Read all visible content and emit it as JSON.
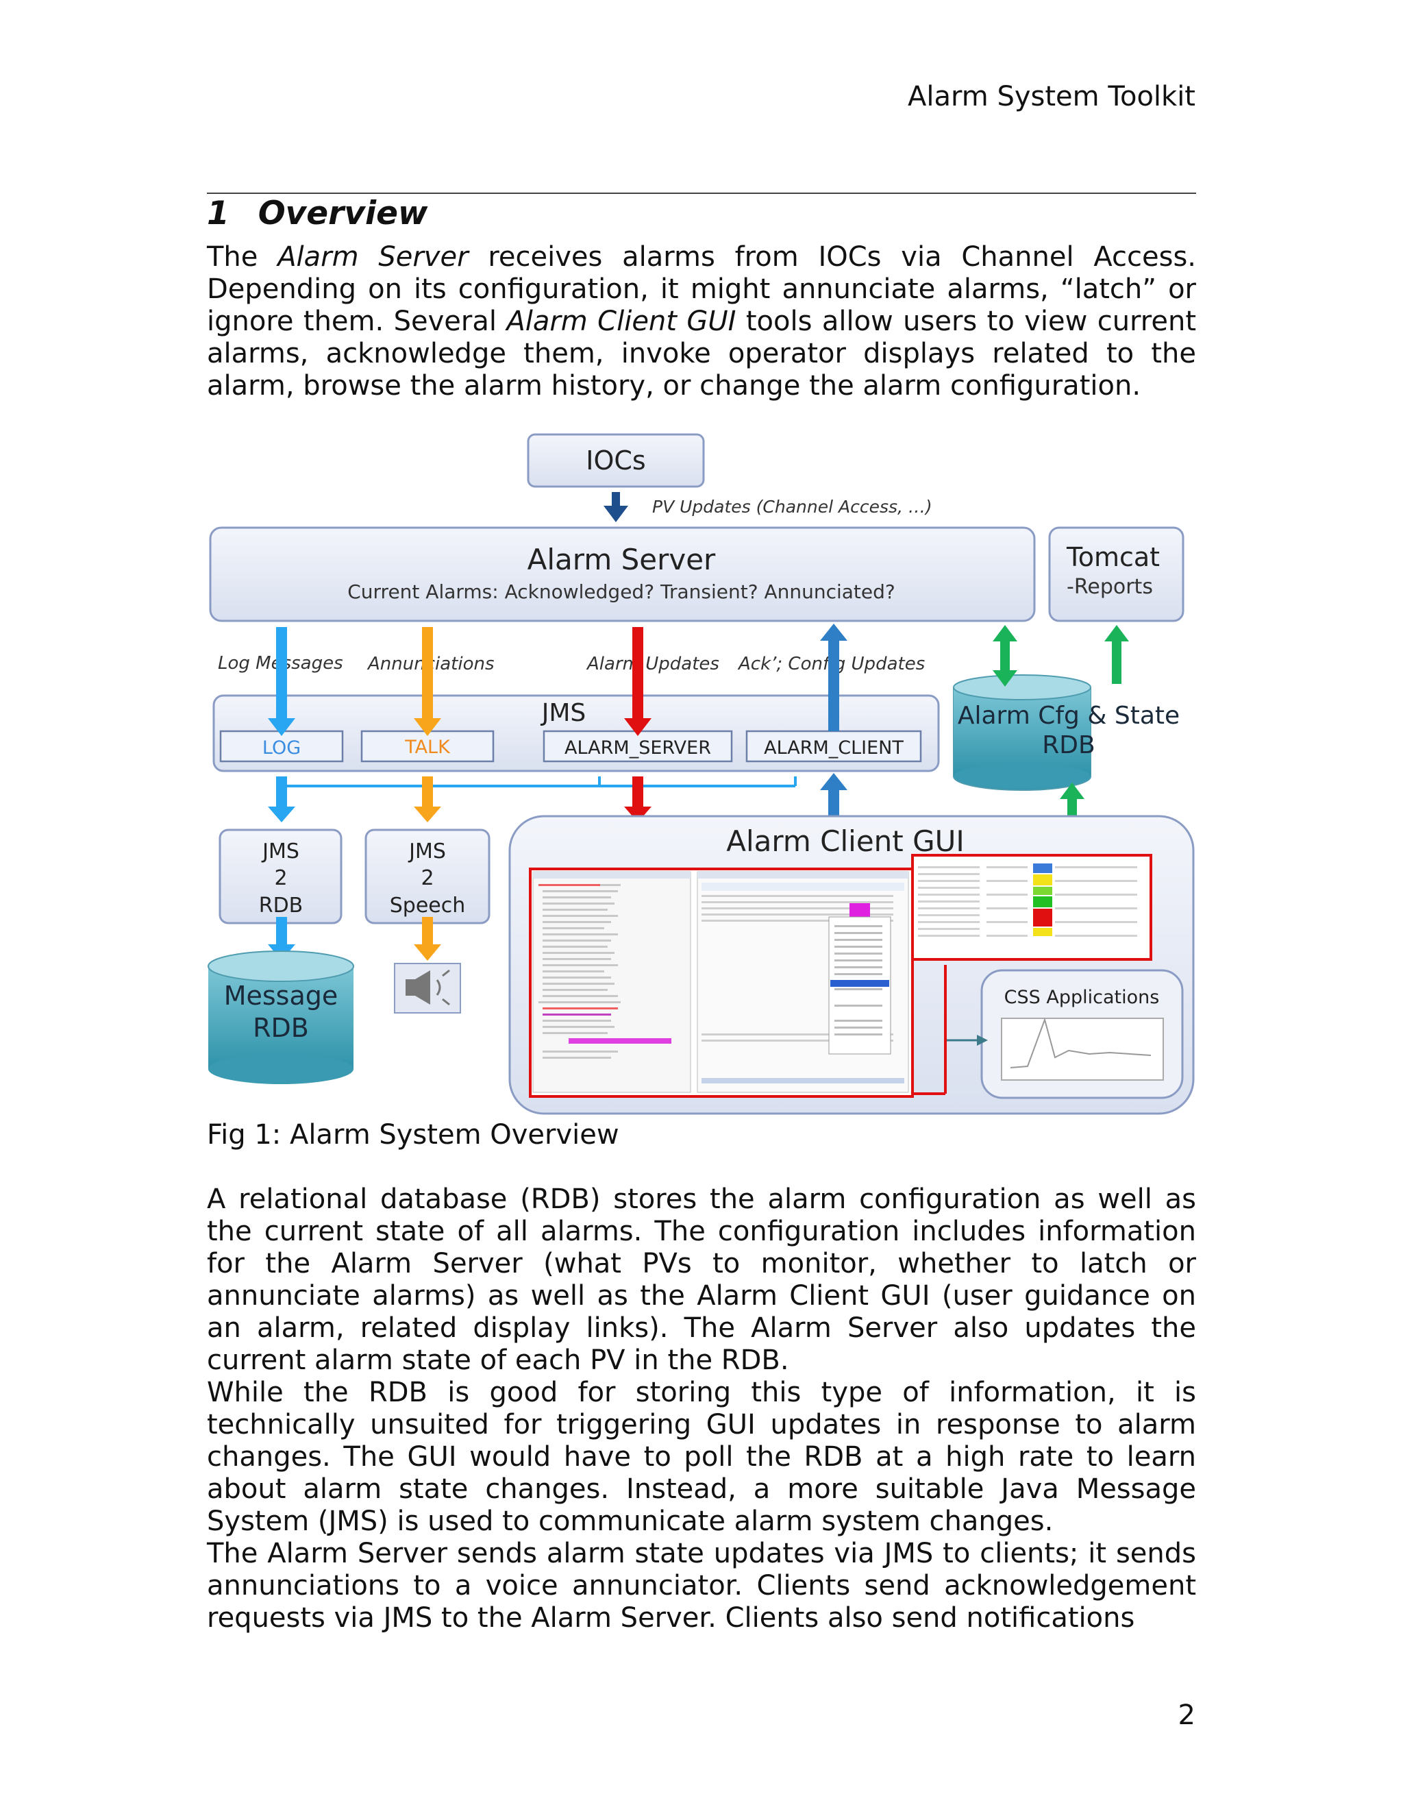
{
  "header": {
    "running_title": "Alarm System Toolkit"
  },
  "section": {
    "number": "1",
    "title": "Overview"
  },
  "para1": {
    "s1": "The ",
    "em1": "Alarm Server",
    "s2": " receives alarms from IOCs via Channel Access. Depending on its configuration, it might annunciate alarms, “latch” or ignore them. Several ",
    "em2": "Alarm Client GUI",
    "s3": " tools allow users to view current alarms, acknowledge them, invoke operator displays related to the alarm, browse the alarm history, or change the alarm configuration."
  },
  "figure": {
    "iocs": "IOCs",
    "pv_updates": "PV Updates (Channel Access, …)",
    "alarm_server_title": "Alarm Server",
    "alarm_server_sub": "Current Alarms:  Acknowledged?  Transient?  Annunciated?",
    "tomcat": "Tomcat",
    "reports": "-Reports",
    "log_messages": "Log Messages",
    "annunciations": "Annunciations",
    "alarm_updates": "Alarm Updates",
    "ack_config": "Ack’; Config Updates",
    "jms": "JMS",
    "topic_log": "LOG",
    "topic_talk": "TALK",
    "topic_alarm_server": "ALARM_SERVER",
    "topic_alarm_client": "ALARM_CLIENT",
    "alarm_cfg_line1": "Alarm Cfg & State",
    "alarm_cfg_line2": "RDB",
    "jms2rdb": [
      "JMS",
      "2",
      "RDB"
    ],
    "jms2speech": [
      "JMS",
      "2",
      "Speech"
    ],
    "message_rdb_line1": "Message",
    "message_rdb_line2": "RDB",
    "alarm_client_gui": "Alarm Client GUI",
    "css_applications": "CSS Applications",
    "colors": {
      "log_blue": "#29a6f2",
      "talk_orange": "#f8a51c",
      "alarm_red": "#e01010",
      "client_blue": "#2e7fc6",
      "db_green": "#1bb35a",
      "box_fill": "#e4e9f5",
      "box_stroke": "#8a9cc4",
      "cylinder": "#56b3c8"
    }
  },
  "caption": "Fig 1: Alarm System Overview",
  "para2": {
    "p1": "A relational database (RDB) stores the alarm configuration as well as the current state of all alarms. The configuration includes information for the Alarm Server (what PVs to monitor, whether to latch or annunciate alarms) as well as the Alarm Client GUI (user guidance on an alarm, related display links). The Alarm Server also updates the current alarm state of each PV in the RDB.",
    "p2": "While the RDB is good for storing this type of information, it is technically unsuited for triggering GUI updates in response to alarm changes. The GUI would have to poll the RDB at a high rate to learn about alarm state changes. Instead, a more suitable Java Message System (JMS) is used to communicate alarm system changes.",
    "p3": "The Alarm Server sends alarm state updates via JMS to clients; it sends annunciations to a voice annunciator. Clients send acknowledgement requests via JMS to the Alarm Server. Clients also send notifications"
  },
  "page_number": "2"
}
